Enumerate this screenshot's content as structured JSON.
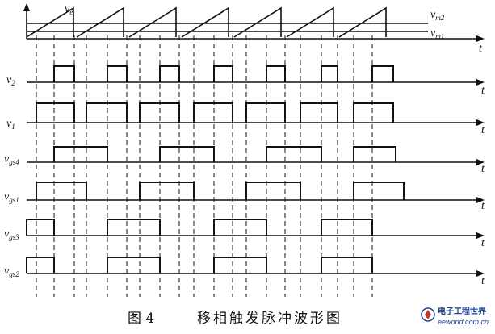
{
  "figure": {
    "caption_number": "图 4",
    "caption_title": "移相触发脉冲波形图"
  },
  "top_panel": {
    "ve": {
      "base": "v",
      "sub": "e"
    },
    "vm2": {
      "base": "v",
      "sub": "m2"
    },
    "vm1": {
      "base": "v",
      "sub": "m1"
    },
    "t": "t"
  },
  "signals": [
    {
      "base": "v",
      "sub": "2",
      "t": "t"
    },
    {
      "base": "v",
      "sub": "1",
      "t": "t"
    },
    {
      "base": "v",
      "sub": "gs4",
      "t": "t"
    },
    {
      "base": "v",
      "sub": "gs1",
      "t": "t"
    },
    {
      "base": "v",
      "sub": "gs3",
      "t": "t"
    },
    {
      "base": "v",
      "sub": "gs2",
      "t": "t"
    }
  ],
  "watermark": {
    "line1": "电子工程世界",
    "line2": "eeworld.com.cn"
  },
  "colors": {
    "line": "#111111",
    "watermark": "#1a3f8a"
  }
}
